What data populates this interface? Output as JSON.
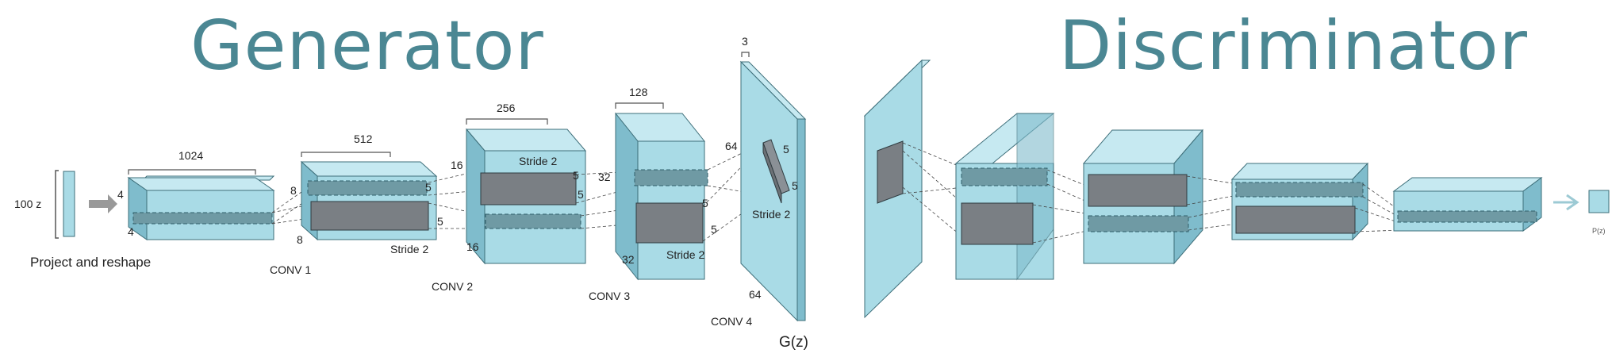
{
  "titles": {
    "generator": "Generator",
    "discriminator": "Discriminator"
  },
  "input": {
    "z_label": "100 z",
    "caption": "Project and reshape"
  },
  "dims": {
    "d1024": "1024",
    "d4a": "4",
    "d4b": "4",
    "d512": "512",
    "d8a": "8",
    "d8b": "8",
    "d256": "256",
    "d16a": "16",
    "d16b": "16",
    "d128": "128",
    "d32a": "32",
    "d32b": "32",
    "d64a": "64",
    "d64b": "64",
    "d3": "3",
    "k5": "5",
    "stride": "Stride 2"
  },
  "layers": {
    "conv1": "CONV 1",
    "conv2": "CONV 2",
    "conv3": "CONV 3",
    "conv4": "CONV 4"
  },
  "output": {
    "gz": "G(z)",
    "pz": "P(z)"
  },
  "colors": {
    "title": "#4b8793",
    "box_face": "#a9dbe6",
    "box_side": "#7fbccc",
    "box_top": "#c6e9f1",
    "kernel": "#7a7f84",
    "edge": "#3e6f7a"
  }
}
